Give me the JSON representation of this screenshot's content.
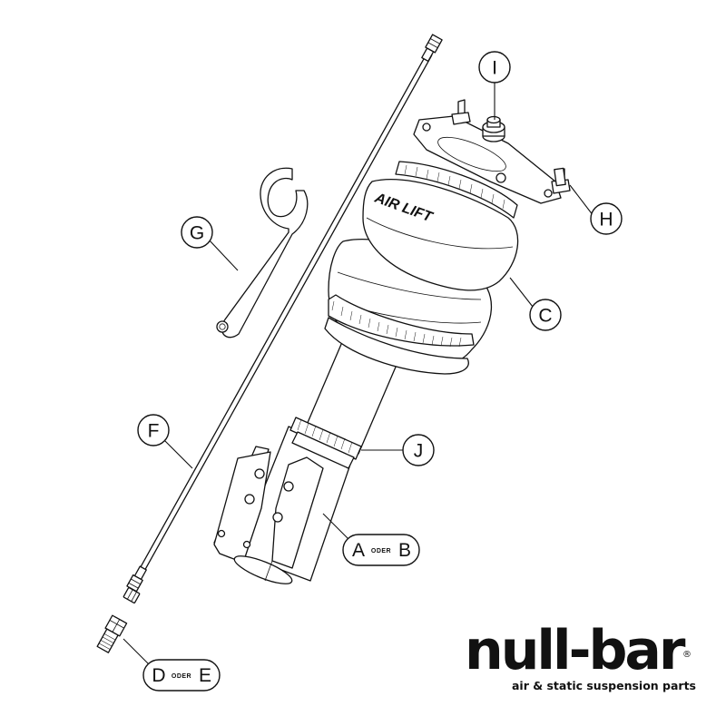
{
  "callouts": {
    "I": "I",
    "H": "H",
    "G": "G",
    "C": "C",
    "J": "J",
    "F": "F",
    "A": "A",
    "B": "B",
    "D": "D",
    "E": "E",
    "oder_ab": "ODER",
    "oder_de": "ODER"
  },
  "bag_brand": "AIR LIFT",
  "logo": {
    "wordmark": "null-bar",
    "tagline": "air & static suspension parts",
    "registered": "®"
  }
}
